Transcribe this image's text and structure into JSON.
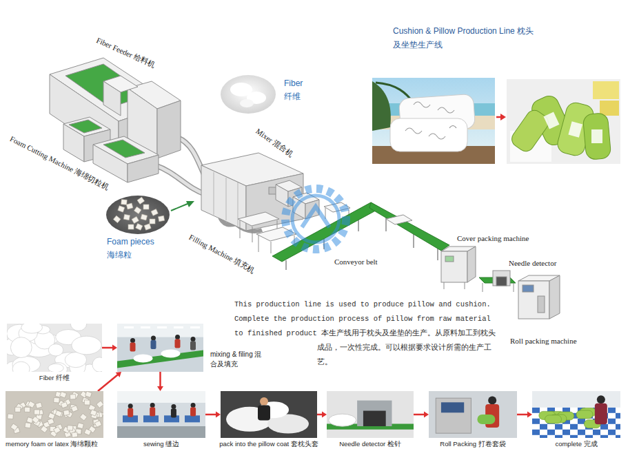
{
  "diagram": {
    "title": "Cushion & Pillow Production Line 枕头及坐垫生产线",
    "nodes": [
      {
        "text": [
          "Fiber 纤维"
        ]
      },
      {
        "text": [
          "mixing & filing 混合及填充"
        ]
      },
      {
        "text": [
          "memory foam or latex 海绵颗粒"
        ]
      },
      {
        "text": [
          "sewing 缝边"
        ]
      },
      {
        "text": [
          "pack into the pillow coat 套枕头套"
        ]
      },
      {
        "text": [
          "Needle detector 检针"
        ]
      },
      {
        "text": [
          "Roll Packing 打卷套袋"
        ]
      },
      {
        "text": [
          "complete 完成"
        ]
      }
    ],
    "edges": [
      {
        "from": 0,
        "to": 1,
        "arrow": "to"
      },
      {
        "from": 2,
        "to": 1,
        "arrow": "to"
      },
      {
        "from": 1,
        "to": 3,
        "arrow": "to"
      },
      {
        "from": 3,
        "to": 4,
        "arrow": "to"
      },
      {
        "from": 4,
        "to": 5,
        "arrow": "to"
      },
      {
        "from": 5,
        "to": 6,
        "arrow": "to"
      },
      {
        "from": 6,
        "to": 7,
        "arrow": "to"
      }
    ],
    "labels": [
      "Fiber Feeder 给料机",
      "Foam Cutting Machine 海绵切粒机",
      "Fiber 纤维",
      "Mixer 混合机",
      "Foam pieces 海绵粒",
      "Filling Machine 填充机",
      "Conveyor belt",
      "Cover packing machine",
      "Needle detector",
      "Roll packing machine",
      "This production line is used to produce pillow and cushion. Complete the production process of pillow from raw material to finished product 本生产线用于枕头及坐垫的生产。从原料加工到枕头成品，一次性完成。可以根据要求设计所需的生产工艺。"
    ]
  }
}
